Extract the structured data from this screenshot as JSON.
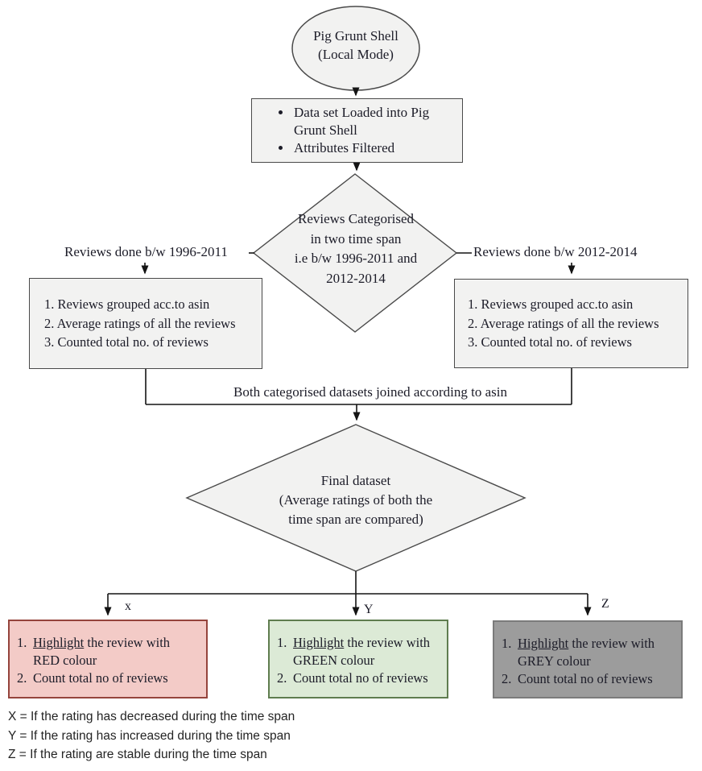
{
  "flow": {
    "start": {
      "line1": "Pig Grunt Shell",
      "line2": "(Local Mode)"
    },
    "load_box": {
      "items": [
        "Data set Loaded into Pig Grunt Shell",
        "Attributes Filtered"
      ]
    },
    "decision1": {
      "text": "Reviews Categorised\nin two time span\ni.e b/w 1996-2011 and\n2012-2014"
    },
    "left_branch_label": "Reviews done b/w 1996-2011",
    "right_branch_label": "Reviews done b/w 2012-2014",
    "left_box": {
      "items": [
        "1. Reviews grouped acc.to asin",
        "2. Average ratings of all the reviews",
        "3. Counted total no. of reviews"
      ]
    },
    "right_box": {
      "items": [
        "1. Reviews grouped acc.to asin",
        "2. Average ratings of all the reviews",
        "3. Counted total no. of  reviews"
      ]
    },
    "join_label": "Both categorised datasets joined according to asin",
    "decision2": {
      "text": "Final dataset\n(Average ratings of both the\ntime span are compared)"
    },
    "branch_x": "x",
    "branch_y": "Y",
    "branch_z": "Z",
    "red_box": {
      "num1": "1.",
      "underline1": "Highlight",
      "rest1": " the review with\nRED colour",
      "num2": "2.",
      "item2": "Count total no of reviews",
      "fill": "#f3cbc7",
      "border": "#95443c"
    },
    "green_box": {
      "num1": "1.",
      "underline1": "Highlight",
      "rest1": " the review with\nGREEN colour",
      "num2": "2.",
      "item2": "Count total no of reviews",
      "fill": "#dcead6",
      "border": "#5f7d4f"
    },
    "grey_box": {
      "num1": "1.",
      "underline1": "Highlight",
      "rest1": " the review with\nGREY colour",
      "num2": "2.",
      "item2": "Count total no of reviews",
      "fill": "#9c9c9c",
      "border": "#7b7b7b"
    },
    "legend": {
      "lines": [
        "X = If the rating has decreased during the time span",
        "Y = If the rating has increased during the time span",
        "Z = If the rating are stable during the time span"
      ]
    },
    "colors": {
      "shape_fill": "#f2f2f1",
      "shape_stroke": "#4a4a4a",
      "connector": "#141414"
    }
  }
}
